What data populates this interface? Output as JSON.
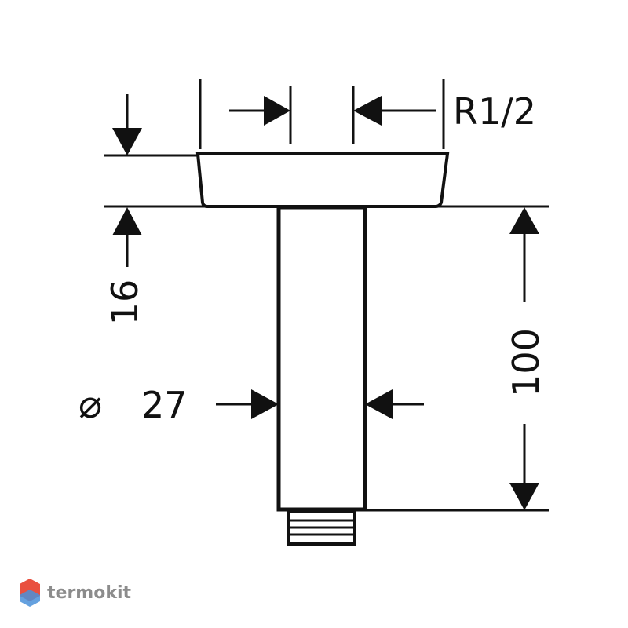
{
  "dimensions": {
    "thread": "R1/2",
    "height_top": "16",
    "diameter_symbol": "⌀",
    "diameter_value": "27",
    "length": "100"
  },
  "watermark": {
    "text": "termokit",
    "logo_icon": "hexagon-logo-icon"
  },
  "colors": {
    "ink": "#111111",
    "background": "#ffffff",
    "logo_red": "#e9503f",
    "logo_blue": "#4a90d9",
    "watermark_text": "#8c8c8c"
  }
}
